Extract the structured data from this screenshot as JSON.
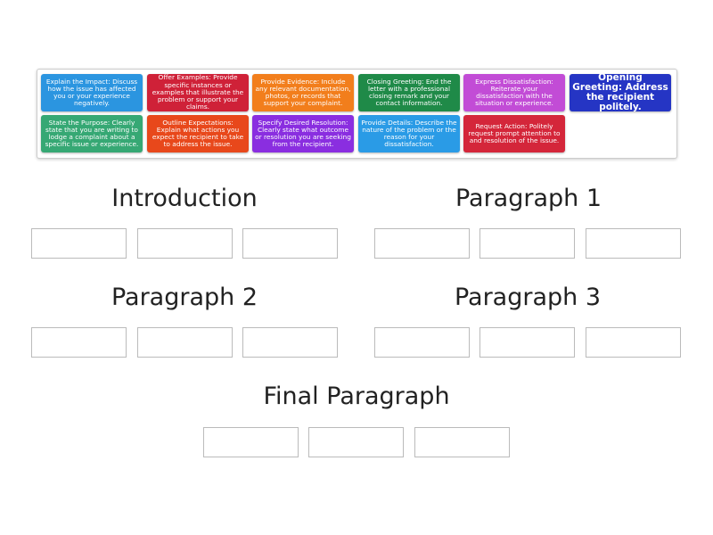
{
  "cards": [
    {
      "text": "Explain the Impact: Discuss how the issue has affected you or your experience negatively.",
      "color": "#2b95e0"
    },
    {
      "text": "Offer Examples: Provide specific instances or examples that illustrate the problem or support your claims.",
      "color": "#cf2138"
    },
    {
      "text": "Provide Evidence: Include any relevant documentation, photos, or records that support your complaint.",
      "color": "#f27e1c"
    },
    {
      "text": "Closing Greeting: End the letter with a professional closing remark and your contact information.",
      "color": "#1f8a48"
    },
    {
      "text": "Express Dissatisfaction: Reiterate your dissatisfaction with the situation or experience.",
      "color": "#c24cd6"
    },
    {
      "text": "Opening Greeting: Address the recipient politely.",
      "color": "#2535c4"
    },
    {
      "text": "State the Purpose: Clearly state that you are writing to lodge a complaint about a specific issue or experience.",
      "color": "#36a874"
    },
    {
      "text": "Outline Expectations: Explain what actions you expect the recipient to take to address the issue.",
      "color": "#e8481b"
    },
    {
      "text": "Specify Desired Resolution: Clearly state what outcome or resolution you are seeking from the recipient.",
      "color": "#8a2ee0"
    },
    {
      "text": "Provide Details: Describe the nature of the problem or the reason for your dissatisfaction.",
      "color": "#2a9be6"
    },
    {
      "text": "Request Action: Politely request prompt attention to and resolution of the issue.",
      "color": "#d4263a"
    }
  ],
  "sections": [
    "Introduction",
    "Paragraph 1",
    "Paragraph 2",
    "Paragraph 3",
    "Final Paragraph"
  ]
}
